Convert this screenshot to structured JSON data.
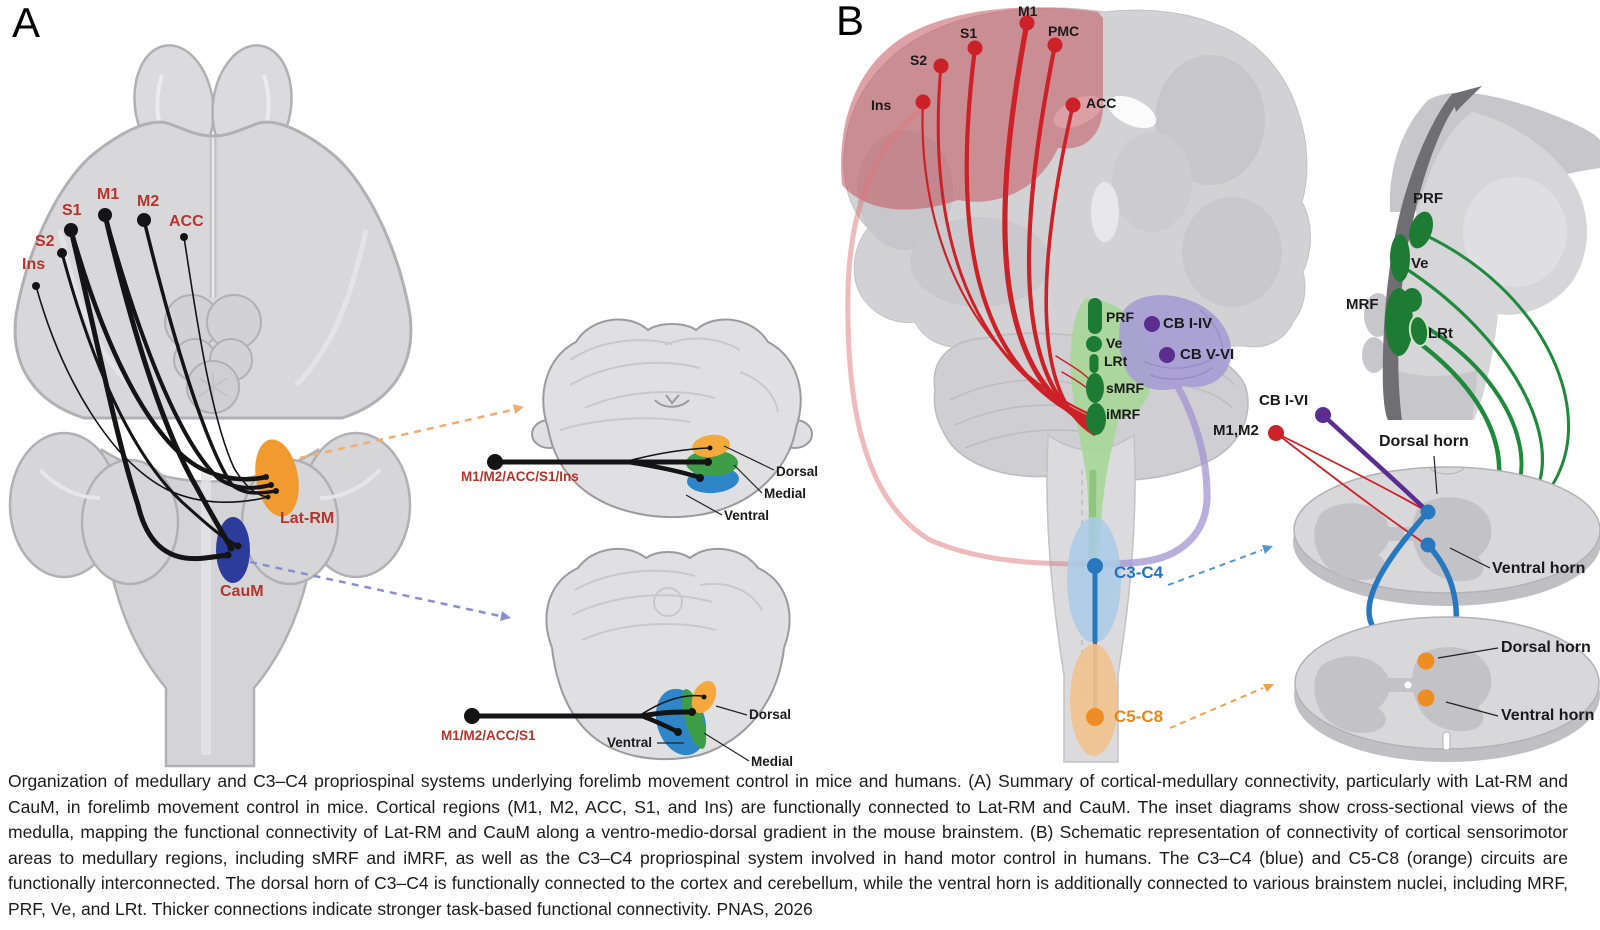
{
  "panel_a": {
    "letter": "A",
    "cortex": {
      "s1": "S1",
      "m1": "M1",
      "m2": "M2",
      "acc": "ACC",
      "s2": "S2",
      "ins": "Ins"
    },
    "lat_rm": "Lat-RM",
    "caum": "CauM",
    "inset_top": {
      "source": "M1/M2/ACC/S1/Ins",
      "dorsal": "Dorsal",
      "medial": "Medial",
      "ventral": "Ventral"
    },
    "inset_bottom": {
      "source": "M1/M2/ACC/S1",
      "dorsal": "Dorsal",
      "medial": "Medial",
      "ventral": "Ventral"
    }
  },
  "panel_b": {
    "letter": "B",
    "cortex": {
      "ins": "Ins",
      "s2": "S2",
      "s1": "S1",
      "m1": "M1",
      "pmc": "PMC",
      "acc": "ACC"
    },
    "medulla": {
      "prf": "PRF",
      "ve": "Ve",
      "lrt": "LRt",
      "smrf": "sMRF",
      "imrf": "iMRF"
    },
    "cerebellum": {
      "cb_i_iv": "CB I-IV",
      "cb_v_vi": "CB V-VI",
      "cb_i_vi": "CB I-VI"
    },
    "cortical_source": "M1,M2",
    "spine": {
      "c3c4": "C3-C4",
      "c5c8": "C5-C8"
    },
    "sagittal": {
      "prf": "PRF",
      "ve": "Ve",
      "mrf": "MRF",
      "lrt": "LRt"
    },
    "c3c4_section": {
      "dorsal": "Dorsal horn",
      "ventral": "Ventral horn"
    },
    "c5c8_section": {
      "dorsal": "Dorsal horn",
      "ventral": "Ventral horn"
    }
  },
  "colors": {
    "red_label": "#b5342c",
    "connection_red": "#cc2127",
    "nucleus_green": "#1e7b34",
    "green_bg": "#a6d697",
    "purple": "#5b2d8f",
    "purple_bg": "#a79dd4",
    "blue": "#2778be",
    "blue_bg": "#a9cbe8",
    "orange": "#ee8d23",
    "orange_bg": "#f2c28e",
    "lat_rm_orange": "#f09a30",
    "caum_blue": "#2b3c9b",
    "dorsal_patch": "#f5a93c",
    "medial_patch": "#3e9e47",
    "ventral_patch": "#2e86c8"
  },
  "caption": "Organization of medullary and C3–C4 propriospinal systems underlying forelimb movement control in mice and humans. (A) Summary of cortical-medullary connectivity, particularly with Lat-RM and CauM, in forelimb movement control in mice. Cortical regions (M1, M2, ACC, S1, and Ins) are functionally connected to Lat-RM and CauM. The inset diagrams show cross-sectional views of the medulla, mapping the functional connectivity of Lat-RM and CauM along a ventro-medio-dorsal gradient in the mouse brainstem. (B) Schematic representation of connectivity of cortical sensorimotor areas to medullary regions, including sMRF and iMRF, as well as the C3–C4 propriospinal system involved in hand motor control in humans. The C3–C4 (blue) and C5-C8 (orange) circuits are functionally interconnected. The dorsal horn of C3–C4 is functionally connected to the cortex and cerebellum, while the ventral horn is additionally connected to various brainstem nuclei, including MRF, PRF, Ve, and LRt. Thicker connections indicate stronger task-based functional connectivity. PNAS, 2026"
}
